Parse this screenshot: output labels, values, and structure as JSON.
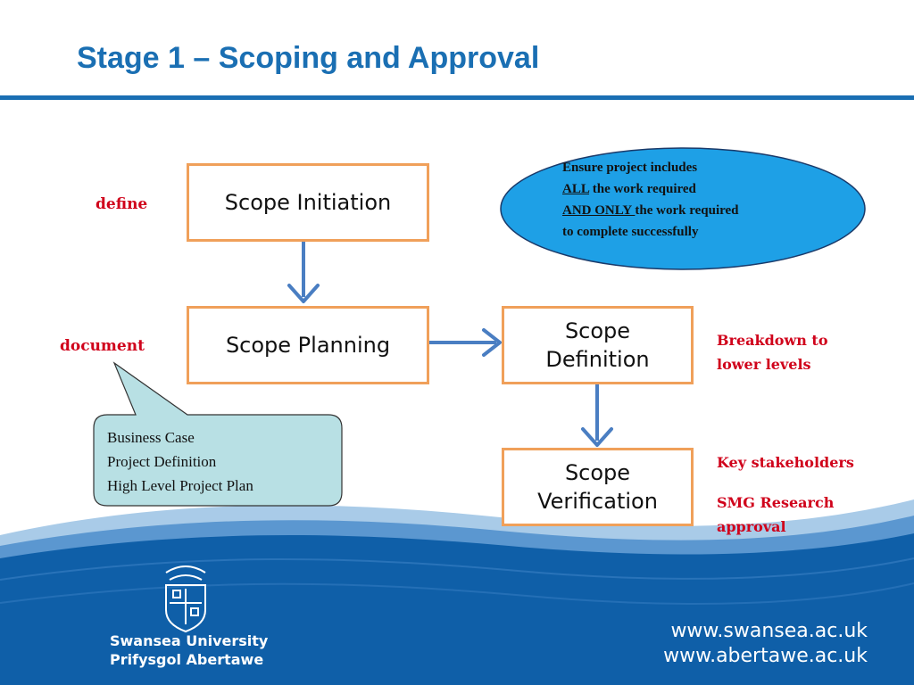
{
  "slide": {
    "title": "Stage 1 – Scoping and Approval"
  },
  "boxes": {
    "scope_initiation": "Scope Initiation",
    "scope_planning": "Scope Planning",
    "scope_definition_line1": "Scope",
    "scope_definition_line2": "Definition",
    "scope_verification_line1": "Scope",
    "scope_verification_line2": "Verification"
  },
  "labels": {
    "define": "define",
    "document": "document",
    "breakdown_line1": "Breakdown to",
    "breakdown_line2": "lower levels",
    "key_stakeholders": "Key stakeholders",
    "smg_line1": "SMG Research",
    "smg_line2": "approval"
  },
  "oval_note": {
    "line1": "Ensure project includes",
    "line2_underlined": "ALL",
    "line2_rest": " the work required",
    "line3_underlined": "AND ONLY ",
    "line3_rest": "the work required",
    "line4": "to complete successfully"
  },
  "callout": {
    "items": [
      "Business Case",
      "Project Definition",
      "High Level Project Plan"
    ]
  },
  "footer": {
    "university_en": "Swansea University",
    "university_cy": "Prifysgol Abertawe",
    "website_en": "www.swansea.ac.uk",
    "website_cy": "www.abertawe.ac.uk"
  },
  "colors": {
    "title_blue": "#1a6fb3",
    "box_border": "#f0a05a",
    "arrow_blue": "#4a7ec2",
    "label_red": "#d0021b",
    "oval_fill": "#1ea0e6",
    "callout_fill": "#b8e0e4",
    "footer_blue": "#0f5fa8"
  },
  "icons": {
    "crest": "university-crest-icon"
  }
}
